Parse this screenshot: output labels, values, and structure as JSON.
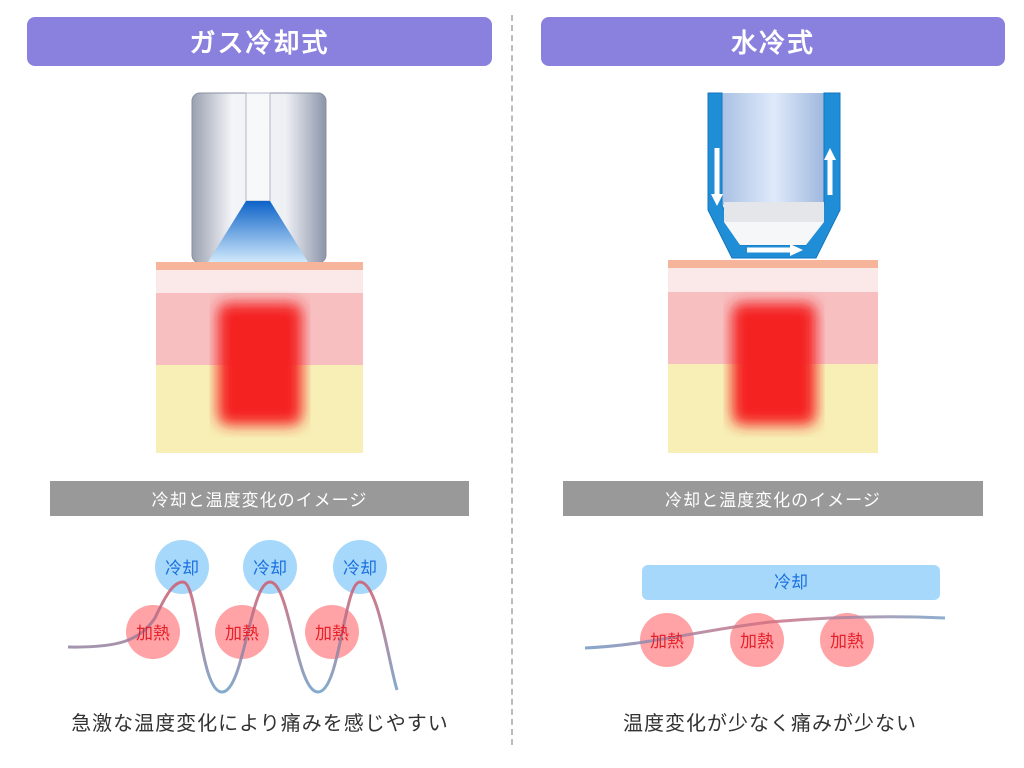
{
  "left": {
    "title": "ガス冷却式",
    "bar_label": "冷却と温度変化のイメージ",
    "cool_label": "冷却",
    "heat_label": "加熱",
    "caption": "急激な温度変化により痛みを感じやすい"
  },
  "right": {
    "title": "水冷式",
    "bar_label": "冷却と温度変化のイメージ",
    "cool_label": "冷却",
    "heat_label": "加熱",
    "caption": "温度変化が少なく痛みが少ない"
  },
  "colors": {
    "header": "#8a80dd",
    "cool": "#a6d8fb",
    "heat": "#ff9fa3",
    "cool_text": "#1a6fe0",
    "heat_text": "#e8202a"
  }
}
